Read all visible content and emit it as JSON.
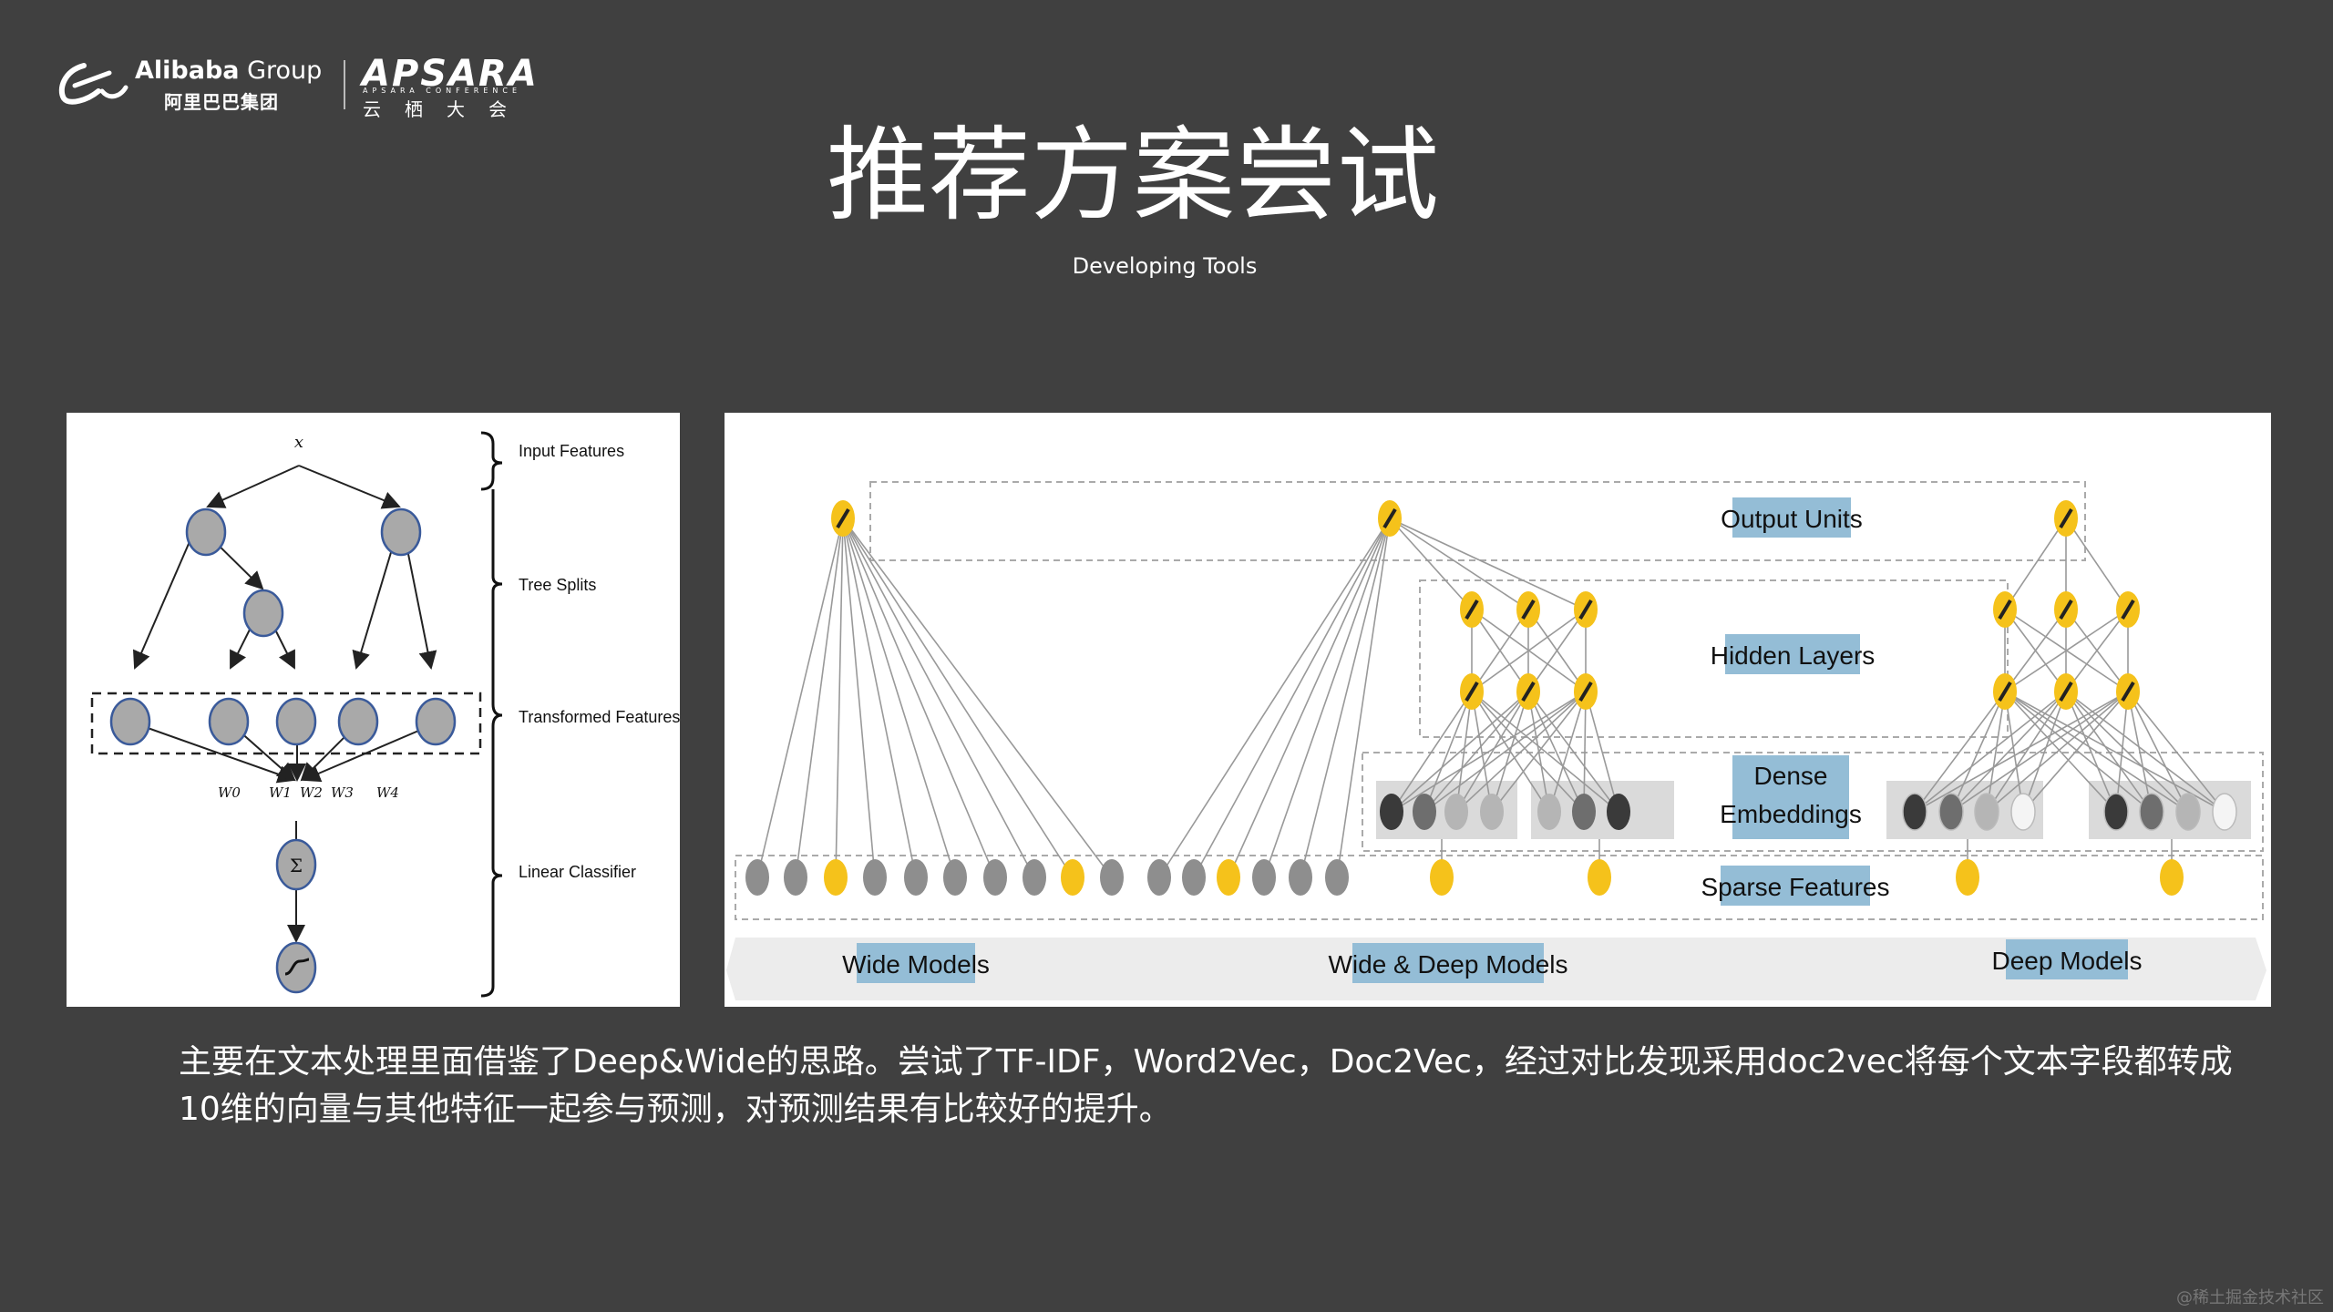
{
  "logo": {
    "alibaba_bold": "Alibaba",
    "alibaba_regular": " Group",
    "alibaba_cn": "阿里巴巴集团",
    "apsara": "APSARA",
    "apsara_sub": "APSARA CONFERENCE",
    "apsara_cn": "云栖大会"
  },
  "title": "推荐方案尝试",
  "subtitle": "Developing Tools",
  "left_diagram": {
    "input_symbol": "x",
    "sigma": "Σ",
    "weights": [
      "W0",
      "W1",
      "W2",
      "W3",
      "W4"
    ],
    "labels": [
      "Input Features",
      "Tree Splits",
      "Transformed Features",
      "Linear Classifier"
    ]
  },
  "right_diagram": {
    "layer_labels": {
      "output": "Output Units",
      "hidden": "Hidden Layers",
      "dense1": "Dense",
      "dense2": "Embeddings",
      "sparse": "Sparse Features"
    },
    "models": [
      "Wide Models",
      "Wide & Deep Models",
      "Deep Models"
    ],
    "colors": {
      "gray": "#8a8a8a",
      "yellow": "#f5c21b",
      "label_bg": "#94bdd6",
      "dark": "#333333"
    }
  },
  "body_text": "主要在文本处理里面借鉴了Deep&Wide的思路。尝试了TF-IDF，Word2Vec，Doc2Vec，经过对比发现采用doc2vec将每个文本字段都转成10维的向量与其他特征一起参与预测，对预测结果有比较好的提升。",
  "watermark": "@稀土掘金技术社区"
}
